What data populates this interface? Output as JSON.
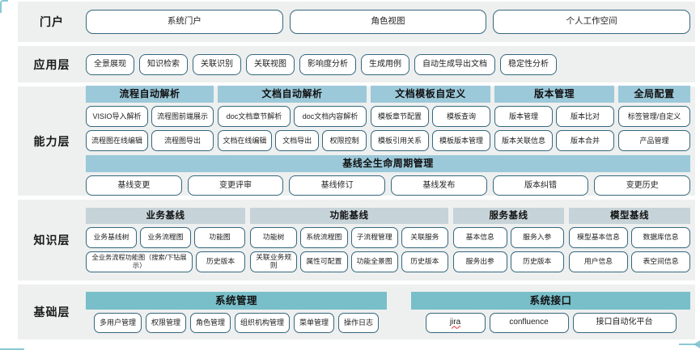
{
  "layers": {
    "portal": {
      "label": "门户",
      "items": [
        "系统门户",
        "角色视图",
        "个人工作空间"
      ]
    },
    "application": {
      "label": "应用层",
      "items": [
        "全景展现",
        "知识检索",
        "关联识别",
        "关联视图",
        "影响度分析",
        "生成用例",
        "自动生成导出文档",
        "稳定性分析"
      ]
    },
    "capability": {
      "label": "能力层",
      "groups": [
        {
          "title": "流程自动解析",
          "rows": [
            [
              "VISIO导入解析",
              "流程图前端展示"
            ],
            [
              "流程图在线编辑",
              "流程图导出"
            ]
          ]
        },
        {
          "title": "文档自动解析",
          "rows": [
            [
              "doc文档章节解析",
              "doc文档内容解析"
            ],
            [
              "文档在线编辑",
              "文档导出",
              "权限控制"
            ]
          ]
        },
        {
          "title": "文档模板自定义",
          "rows": [
            [
              "模板章节配置",
              "模板查询"
            ],
            [
              "模板引用关系",
              "模板版本管理"
            ]
          ]
        },
        {
          "title": "版本管理",
          "rows": [
            [
              "版本管理",
              "版本比对"
            ],
            [
              "版本关联信息",
              "版本合并"
            ]
          ]
        },
        {
          "title": "全局配置",
          "rows": [
            [
              "标签管理/自定义"
            ],
            [
              "产品管理"
            ]
          ]
        }
      ],
      "baseline": {
        "title": "基线全生命周期管理",
        "items": [
          "基线变更",
          "变更评审",
          "基线修订",
          "基线发布",
          "版本纠错",
          "变更历史"
        ]
      }
    },
    "knowledge": {
      "label": "知识层",
      "groups": [
        {
          "title": "业务基线",
          "rows": [
            [
              "业务基线树",
              "业务流程图",
              "功能图"
            ],
            [
              "全业务流程功能图（搜索/下钻展示）",
              "历史版本"
            ]
          ]
        },
        {
          "title": "功能基线",
          "rows": [
            [
              "功能树",
              "系统流程图",
              "子流程管理",
              "关联服务"
            ],
            [
              "关联业务规则",
              "属性可配置",
              "功能全景图",
              "历史版本"
            ]
          ]
        },
        {
          "title": "服务基线",
          "rows": [
            [
              "基本信息",
              "服务入参"
            ],
            [
              "服务出参",
              "历史版本"
            ]
          ]
        },
        {
          "title": "模型基线",
          "rows": [
            [
              "模型基本信息",
              "数据库信息"
            ],
            [
              "用户信息",
              "表空间信息"
            ]
          ]
        }
      ]
    },
    "foundation": {
      "label": "基础层",
      "groups": [
        {
          "title": "系统管理",
          "rows": [
            [
              "多用户管理",
              "权限管理",
              "角色管理",
              "组织机构管理",
              "菜单管理",
              "操作日志"
            ]
          ]
        },
        {
          "title": "系统接口",
          "rows": [
            [
              "jira",
              "confluence",
              "接口自动化平台"
            ]
          ]
        }
      ]
    }
  },
  "colors": {
    "row_background": "#eeefef",
    "button_border": "#35687e",
    "capability_header": "#9cc9da",
    "knowledge_header": "#c6d4d9",
    "foundation_header": "#79bfca",
    "text": "#222222",
    "spellcheck_underline": "#e03131"
  }
}
